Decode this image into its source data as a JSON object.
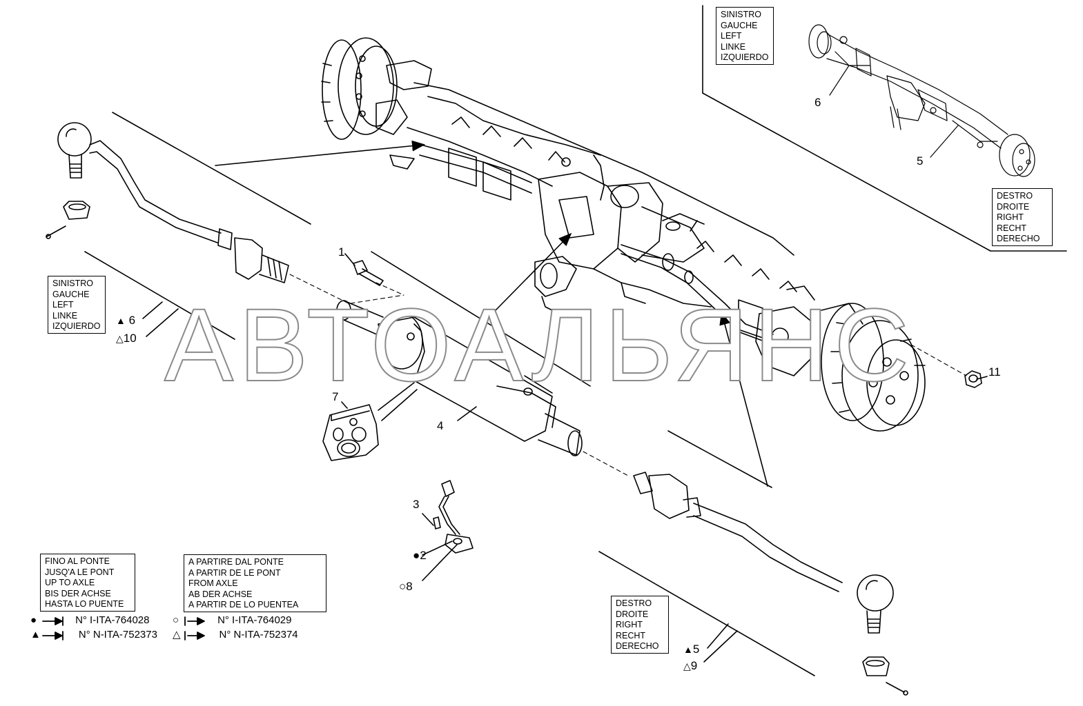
{
  "watermark": "АВТОАЛЬЯНС",
  "boxes": {
    "top_left_side": [
      "SINISTRO",
      "GAUCHE",
      "LEFT",
      "LINKE",
      "IZQUIERDO"
    ],
    "top_right_side": [
      "DESTRO",
      "DROITE",
      "RIGHT",
      "RECHT",
      "DERECHO"
    ],
    "left_side": [
      "SINISTRO",
      "GAUCHE",
      "LEFT",
      "LINKE",
      "IZQUIERDO"
    ],
    "right_side": [
      "DESTRO",
      "DROITE",
      "RIGHT",
      "RECHT",
      "DERECHO"
    ],
    "up_to_axle": [
      "FINO AL PONTE",
      "JUSQ'A LE PONT",
      "UP TO AXLE",
      "BIS DER ACHSE",
      "HASTA LO PUENTE"
    ],
    "from_axle": [
      "A PARTIRE DAL PONTE",
      "A PARTIR DE LE PONT",
      "FROM AXLE",
      "AB DER ACHSE",
      "A PARTIR DE LO PUENTEA"
    ]
  },
  "callouts": {
    "p1": "1",
    "p2": "2",
    "p3": "3",
    "p4": "4",
    "p5_inset": "5",
    "p6_inset": "6",
    "p7": "7",
    "p8": "8",
    "p11": "11",
    "left_tri_filled": "6",
    "left_tri_open": "10",
    "right_tri_filled": "5",
    "right_tri_open": "9"
  },
  "legend": {
    "filled_circle": "N° I-ITA-764028",
    "filled_triangle": "N° N-ITA-752373",
    "open_circle": "N° I-ITA-764029",
    "open_triangle": "N° N-ITA-752374"
  },
  "symbols": {
    "filled_circle": "●",
    "open_circle": "○",
    "filled_triangle": "▲",
    "open_triangle": "△"
  }
}
